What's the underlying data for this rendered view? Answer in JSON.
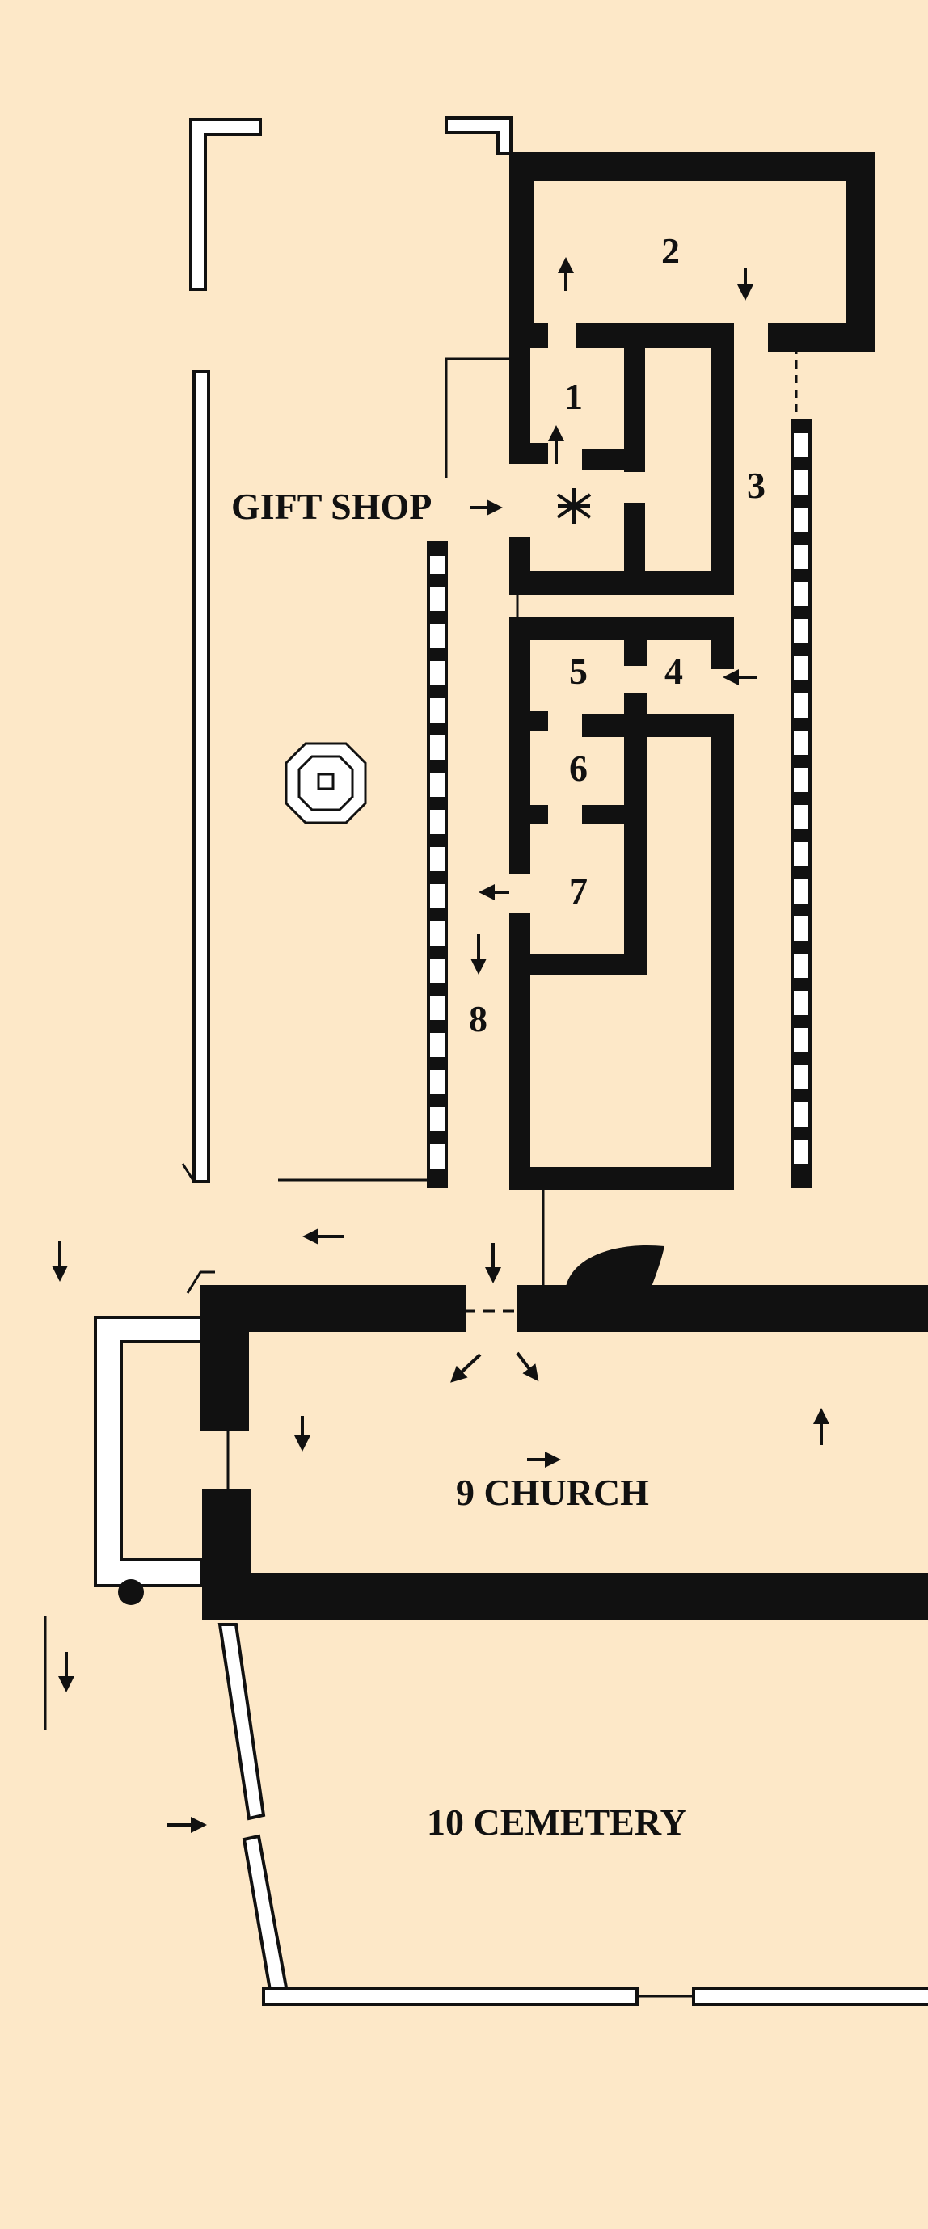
{
  "colors": {
    "background": "#fde8c8",
    "ink": "#111111",
    "outline_fill": "#ffffff"
  },
  "rooms": {
    "r1": "1",
    "r2": "2",
    "r3": "3",
    "r4": "4",
    "r5": "5",
    "r6": "6",
    "r7": "7",
    "r8": "8"
  },
  "gift_shop": "GIFT SHOP",
  "church": "9 CHURCH",
  "cemetery": "10 CEMETERY",
  "icons": {
    "start_marker": "asterisk-icon",
    "arrows": "arrow-icon",
    "well": "octagon-well-icon"
  }
}
